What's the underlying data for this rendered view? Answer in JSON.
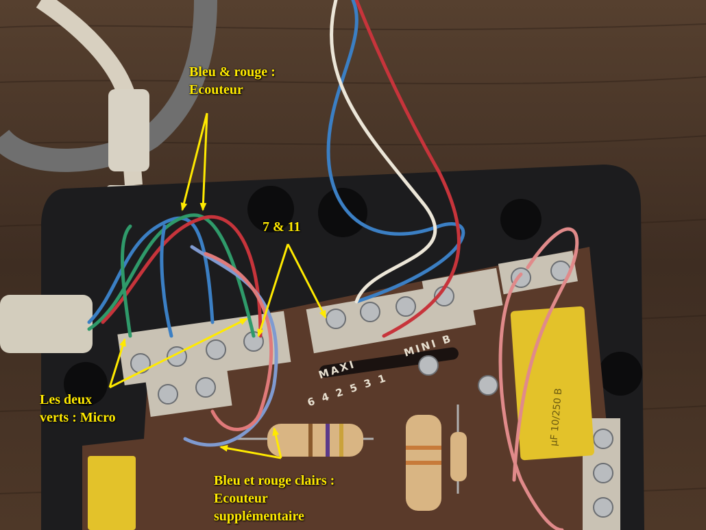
{
  "annotations": {
    "ecouteur": [
      "Bleu & rouge :",
      "Ecouteur"
    ],
    "terminals": [
      "7 & 11"
    ],
    "micro": [
      "Les deux",
      "verts : Micro"
    ],
    "supplementaire": [
      "Bleu et rouge clairs :",
      "Ecouteur",
      "supplémentaire"
    ]
  },
  "pcb_markings": {
    "mini": "MINI  B",
    "maxi": "MAXI",
    "scale": "6 4 2 5 3 1"
  },
  "capacitor_marking": "µF 10/250 B",
  "colors": {
    "annotation_text": "#ffea00",
    "arrow": "#ffea00",
    "wood": "#4a3324",
    "case": "#1c1c1e",
    "pcb": "#5a3a2a",
    "wire_blue": "#3b7fc4",
    "wire_red": "#c7343b",
    "wire_green": "#2f9a6a",
    "wire_pink": "#e08a8a",
    "wire_white": "#ece6d8"
  }
}
